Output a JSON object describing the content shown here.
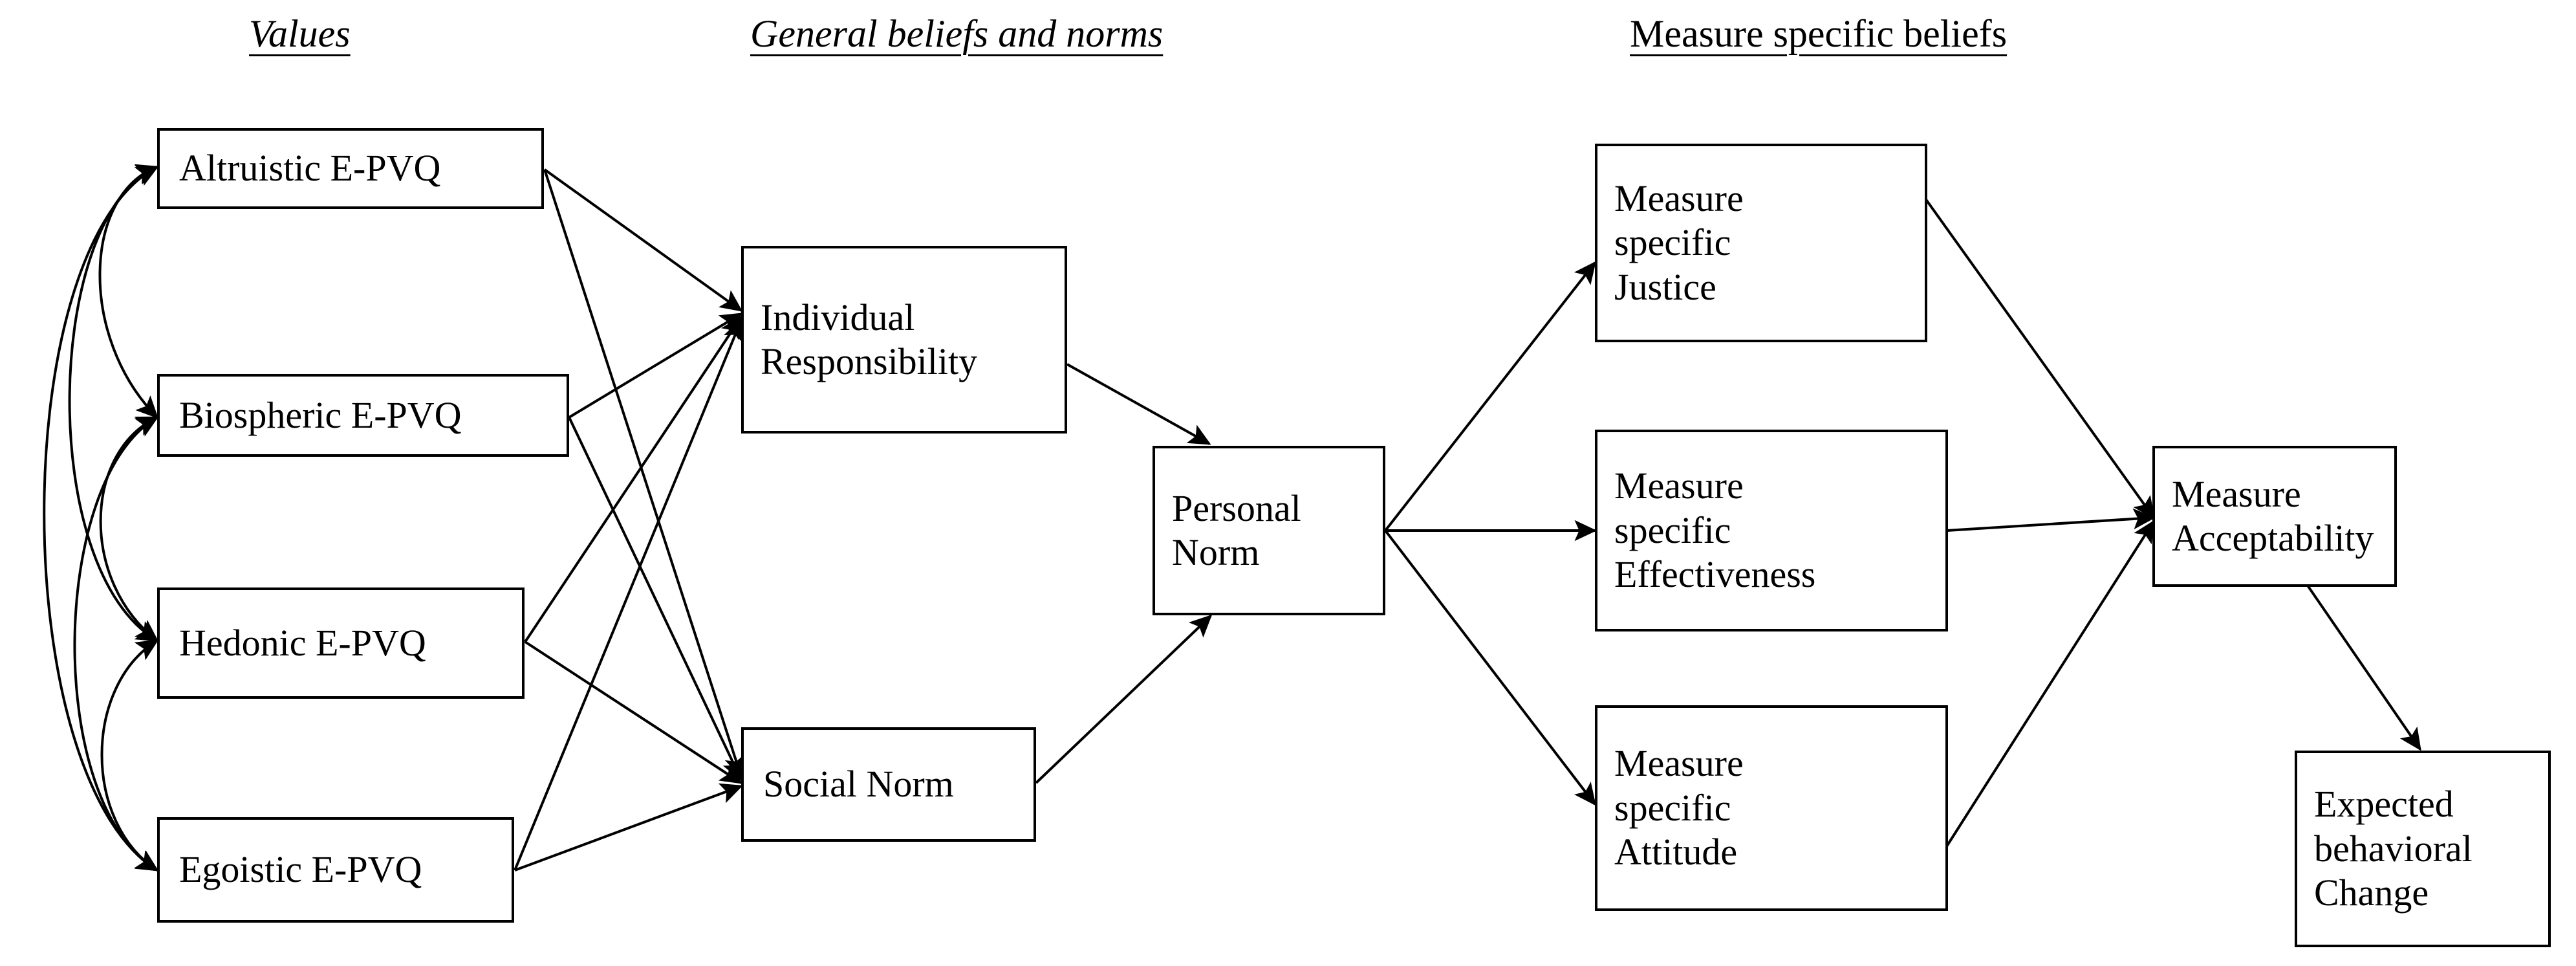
{
  "diagram": {
    "title": "Values, general beliefs and norms, and measure specific beliefs model",
    "background_color": "#ffffff",
    "line_color": "#000000",
    "box_border_color": "#000000",
    "box_fill_color": "#ffffff"
  },
  "headers": [
    {
      "id": "values",
      "label": "Values",
      "style": "italic-underline"
    },
    {
      "id": "general-beliefs",
      "label": "General beliefs and norms",
      "style": "italic-underline"
    },
    {
      "id": "measure-specific",
      "label": "Measure specific beliefs",
      "style": "upright-underline"
    }
  ],
  "nodes": [
    {
      "id": "altruistic",
      "label": "Altruistic E-PVQ",
      "column": "values"
    },
    {
      "id": "biospheric",
      "label": "Biospheric E-PVQ",
      "column": "values"
    },
    {
      "id": "hedonic",
      "label": "Hedonic E-PVQ",
      "column": "values"
    },
    {
      "id": "egoistic",
      "label": "Egoistic E-PVQ",
      "column": "values"
    },
    {
      "id": "individual-responsibility",
      "label": "Individual\nResponsibility",
      "column": "general-beliefs"
    },
    {
      "id": "social-norm",
      "label": "Social Norm",
      "column": "general-beliefs"
    },
    {
      "id": "personal-norm",
      "label": "Personal\nNorm",
      "column": "general-beliefs"
    },
    {
      "id": "ms-justice",
      "label": "Measure\nspecific\nJustice",
      "column": "measure-specific"
    },
    {
      "id": "ms-effectiveness",
      "label": "Measure\nspecific\nEffectiveness",
      "column": "measure-specific"
    },
    {
      "id": "ms-attitude",
      "label": "Measure\nspecific\nAttitude",
      "column": "measure-specific"
    },
    {
      "id": "measure-acceptability",
      "label": "Measure\nAcceptability",
      "column": "outcome"
    },
    {
      "id": "expected-change",
      "label": "Expected\nbehavioral\nChange",
      "column": "outcome"
    }
  ],
  "edges": [
    {
      "from": "altruistic",
      "to": "biospheric",
      "type": "covariance",
      "arrows": "both"
    },
    {
      "from": "altruistic",
      "to": "hedonic",
      "type": "covariance",
      "arrows": "both"
    },
    {
      "from": "altruistic",
      "to": "egoistic",
      "type": "covariance",
      "arrows": "both"
    },
    {
      "from": "biospheric",
      "to": "hedonic",
      "type": "covariance",
      "arrows": "both"
    },
    {
      "from": "biospheric",
      "to": "egoistic",
      "type": "covariance",
      "arrows": "both"
    },
    {
      "from": "hedonic",
      "to": "egoistic",
      "type": "covariance",
      "arrows": "both"
    },
    {
      "from": "altruistic",
      "to": "individual-responsibility",
      "type": "directed",
      "arrows": "forward"
    },
    {
      "from": "altruistic",
      "to": "social-norm",
      "type": "directed",
      "arrows": "forward"
    },
    {
      "from": "biospheric",
      "to": "individual-responsibility",
      "type": "directed",
      "arrows": "forward"
    },
    {
      "from": "biospheric",
      "to": "social-norm",
      "type": "directed",
      "arrows": "forward"
    },
    {
      "from": "hedonic",
      "to": "individual-responsibility",
      "type": "directed",
      "arrows": "forward"
    },
    {
      "from": "hedonic",
      "to": "social-norm",
      "type": "directed",
      "arrows": "forward"
    },
    {
      "from": "egoistic",
      "to": "individual-responsibility",
      "type": "directed",
      "arrows": "forward"
    },
    {
      "from": "egoistic",
      "to": "social-norm",
      "type": "directed",
      "arrows": "forward"
    },
    {
      "from": "individual-responsibility",
      "to": "personal-norm",
      "type": "directed",
      "arrows": "forward"
    },
    {
      "from": "social-norm",
      "to": "personal-norm",
      "type": "directed",
      "arrows": "forward"
    },
    {
      "from": "personal-norm",
      "to": "ms-justice",
      "type": "directed",
      "arrows": "forward"
    },
    {
      "from": "personal-norm",
      "to": "ms-effectiveness",
      "type": "directed",
      "arrows": "forward"
    },
    {
      "from": "personal-norm",
      "to": "ms-attitude",
      "type": "directed",
      "arrows": "forward"
    },
    {
      "from": "ms-justice",
      "to": "measure-acceptability",
      "type": "directed",
      "arrows": "forward"
    },
    {
      "from": "ms-effectiveness",
      "to": "measure-acceptability",
      "type": "directed",
      "arrows": "forward"
    },
    {
      "from": "ms-attitude",
      "to": "measure-acceptability",
      "type": "directed",
      "arrows": "forward"
    },
    {
      "from": "measure-acceptability",
      "to": "expected-change",
      "type": "directed",
      "arrows": "forward"
    }
  ]
}
